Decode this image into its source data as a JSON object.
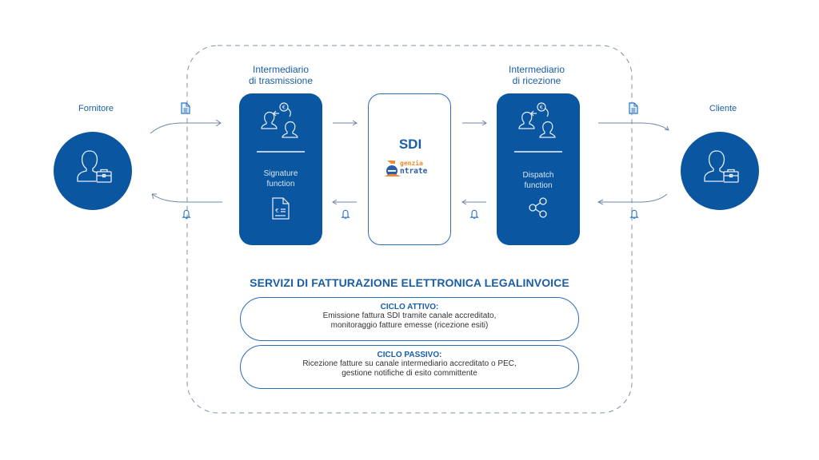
{
  "parties": {
    "supplier": {
      "label": "Fornitore",
      "icon": "businessman-icon"
    },
    "client": {
      "label": "Cliente",
      "icon": "businessman-icon"
    }
  },
  "intermediaries": {
    "transmission": {
      "title_line1": "Intermediario",
      "title_line2": "di trasmissione",
      "function_line1": "Signature",
      "function_line2": "function",
      "top_icon": "users-exchange-euro-icon",
      "bottom_icon": "invoice-euro-icon"
    },
    "reception": {
      "title_line1": "Intermediario",
      "title_line2": "di ricezione",
      "function_line1": "Dispatch",
      "function_line2": "function",
      "top_icon": "users-exchange-euro-icon",
      "bottom_icon": "share-icon"
    }
  },
  "sdi": {
    "title": "SDI",
    "logo_line1": "genzia",
    "logo_line2": "ntrate"
  },
  "flow_icons": {
    "forward": "invoice-document-icon",
    "backward": "bell-icon"
  },
  "services": {
    "title": "SERVIZI DI FATTURAZIONE ELETTRONICA LEGALINVOICE",
    "items": [
      {
        "title": "CICLO ATTIVO:",
        "line1": "Emissione fattura SDI tramite canale accreditato,",
        "line2": "monitoraggio fatture emesse (ricezione esiti)"
      },
      {
        "title": "CICLO PASSIVO:",
        "line1": "Ricezione fatture su canale intermediario accreditato o PEC,",
        "line2": "gestione notifiche di esito committente"
      }
    ]
  },
  "colors": {
    "primary": "#0a56a1",
    "accent_text": "#1a5ea8",
    "arrow": "#6e87a6",
    "dash": "#7f93ad",
    "logo_orange": "#f28a2e"
  }
}
